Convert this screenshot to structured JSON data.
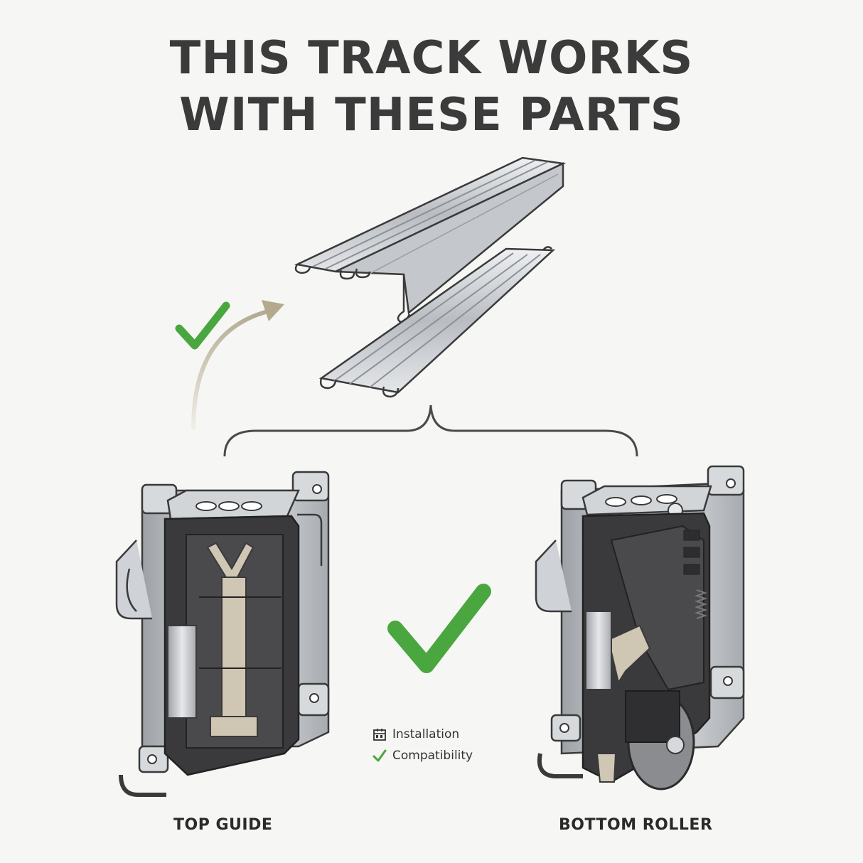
{
  "title": {
    "line1": "THIS TRACK WORKS",
    "line2": "WITH THESE PARTS"
  },
  "parts": {
    "left_label": "TOP GUIDE",
    "right_label": "BOTTOM ROLLER"
  },
  "legend": {
    "items": [
      {
        "icon": "installation-icon",
        "label": "Installation"
      },
      {
        "icon": "checkmark-icon",
        "label": "Compatibility"
      }
    ]
  },
  "colors": {
    "check_green": "#4aa63f",
    "arrow_tan": "#b8b09c",
    "title_gray": "#3b3b3b",
    "metal": "#c9ccd0",
    "plastic_dark": "#3a3a3c",
    "plastic_beige": "#cfc6b4"
  }
}
